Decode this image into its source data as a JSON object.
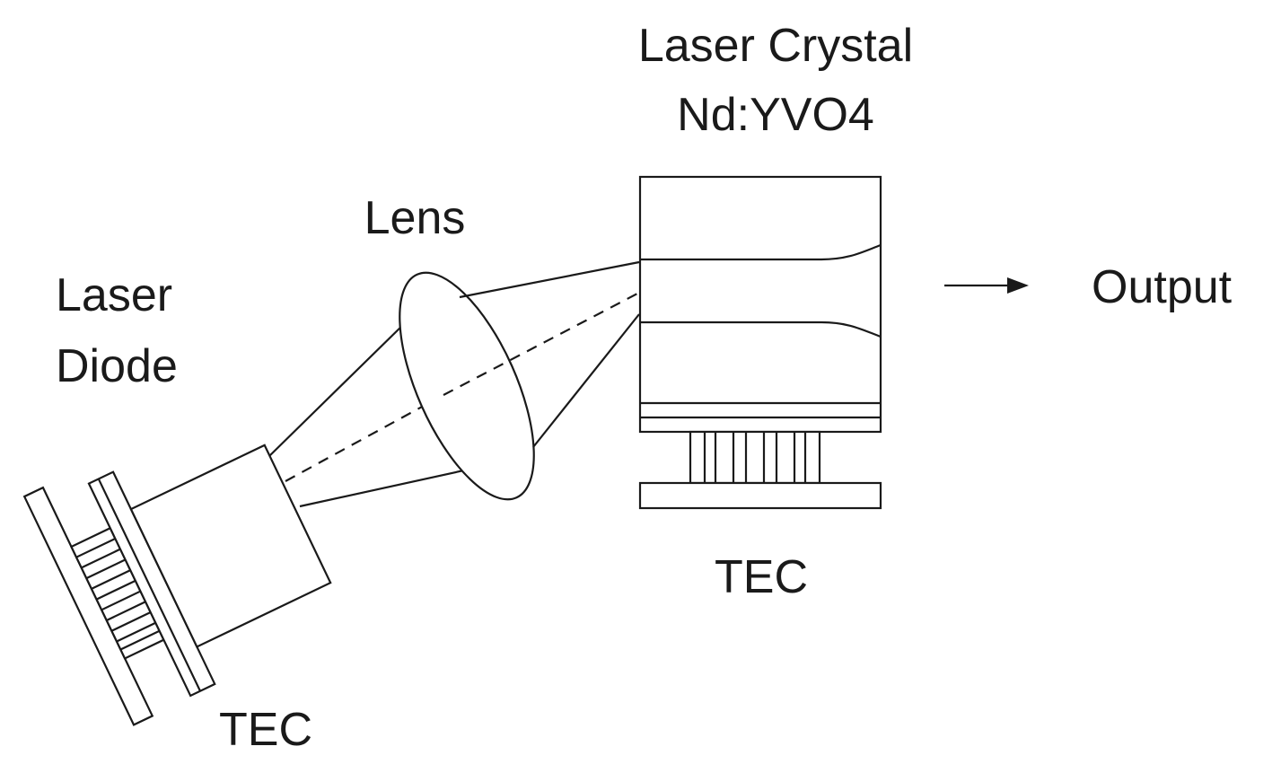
{
  "labels": {
    "laser_crystal_line1": "Laser Crystal",
    "laser_crystal_line2": "Nd:YVO4",
    "lens": "Lens",
    "laser_diode_line1": "Laser",
    "laser_diode_line2": "Diode",
    "output": "Output",
    "tec_crystal": "TEC",
    "tec_diode": "TEC"
  }
}
